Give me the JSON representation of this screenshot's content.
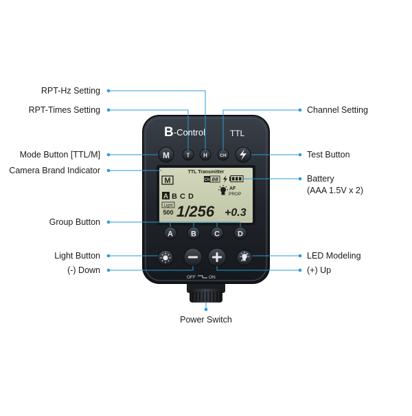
{
  "device": {
    "brand_prefix": "B",
    "brand_suffix": "-Control",
    "mode_tag": "TTL",
    "lcd_title": "TTL Transmitter",
    "lcd_mode": "M",
    "lcd_channel_prefix": "Ch",
    "lcd_channel": "08",
    "lcd_af": "AF",
    "lcd_prop": "PROP",
    "lcd_groups": [
      "A",
      "B",
      "C",
      "D"
    ],
    "lcd_light": "Light",
    "lcd_light_value": "500",
    "lcd_power": "1/256",
    "lcd_compensation": "+0.3",
    "group_buttons": [
      "A",
      "B",
      "C",
      "D"
    ],
    "top_buttons": [
      "T",
      "H",
      "CH"
    ],
    "minus_symbol": "−",
    "plus_symbol": "+",
    "switch_off": "OFF",
    "switch_on": "ON"
  },
  "labels": {
    "rpt_hz": "RPT-Hz Setting",
    "rpt_times": "RPT-Times Setting",
    "channel_setting": "Channel Setting",
    "mode_button": "Mode Button [TTL/M]",
    "test_button": "Test Button",
    "camera_brand": "Camera Brand Indicator",
    "battery_line1": "Battery",
    "battery_line2": "(AAA 1.5V x 2)",
    "group_button": "Group Button",
    "light_button": "Light Button",
    "led_modeling": "LED Modeling",
    "down": "(-) Down",
    "up": "(+) Up",
    "power_switch": "Power Switch"
  },
  "colors": {
    "leader": "#2a9ad8",
    "body": "#232830",
    "lcd": "#c9cfb2",
    "lcd_ink": "#1d1f19",
    "button": "#2c3037",
    "button_text": "#e9eaec"
  }
}
